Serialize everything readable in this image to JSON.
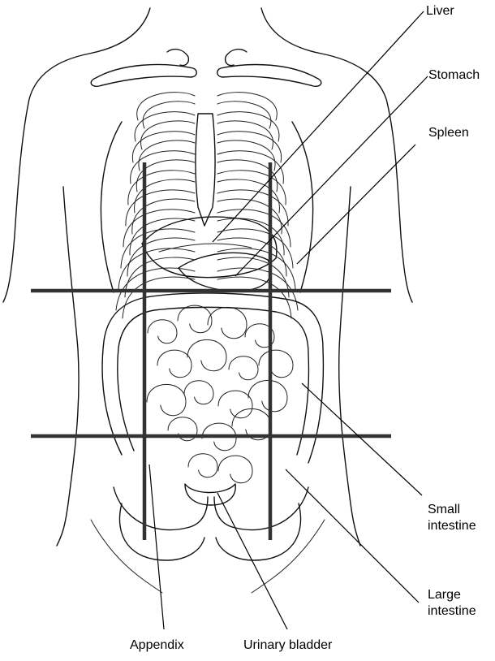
{
  "labels": {
    "liver": "Liver",
    "stomach": "Stomach",
    "spleen": "Spleen",
    "small_intestine_line1": "Small",
    "small_intestine_line2": "intestine",
    "large_intestine_line1": "Large",
    "large_intestine_line2": "intestine",
    "appendix": "Appendix",
    "urinary_bladder": "Urinary bladder"
  }
}
